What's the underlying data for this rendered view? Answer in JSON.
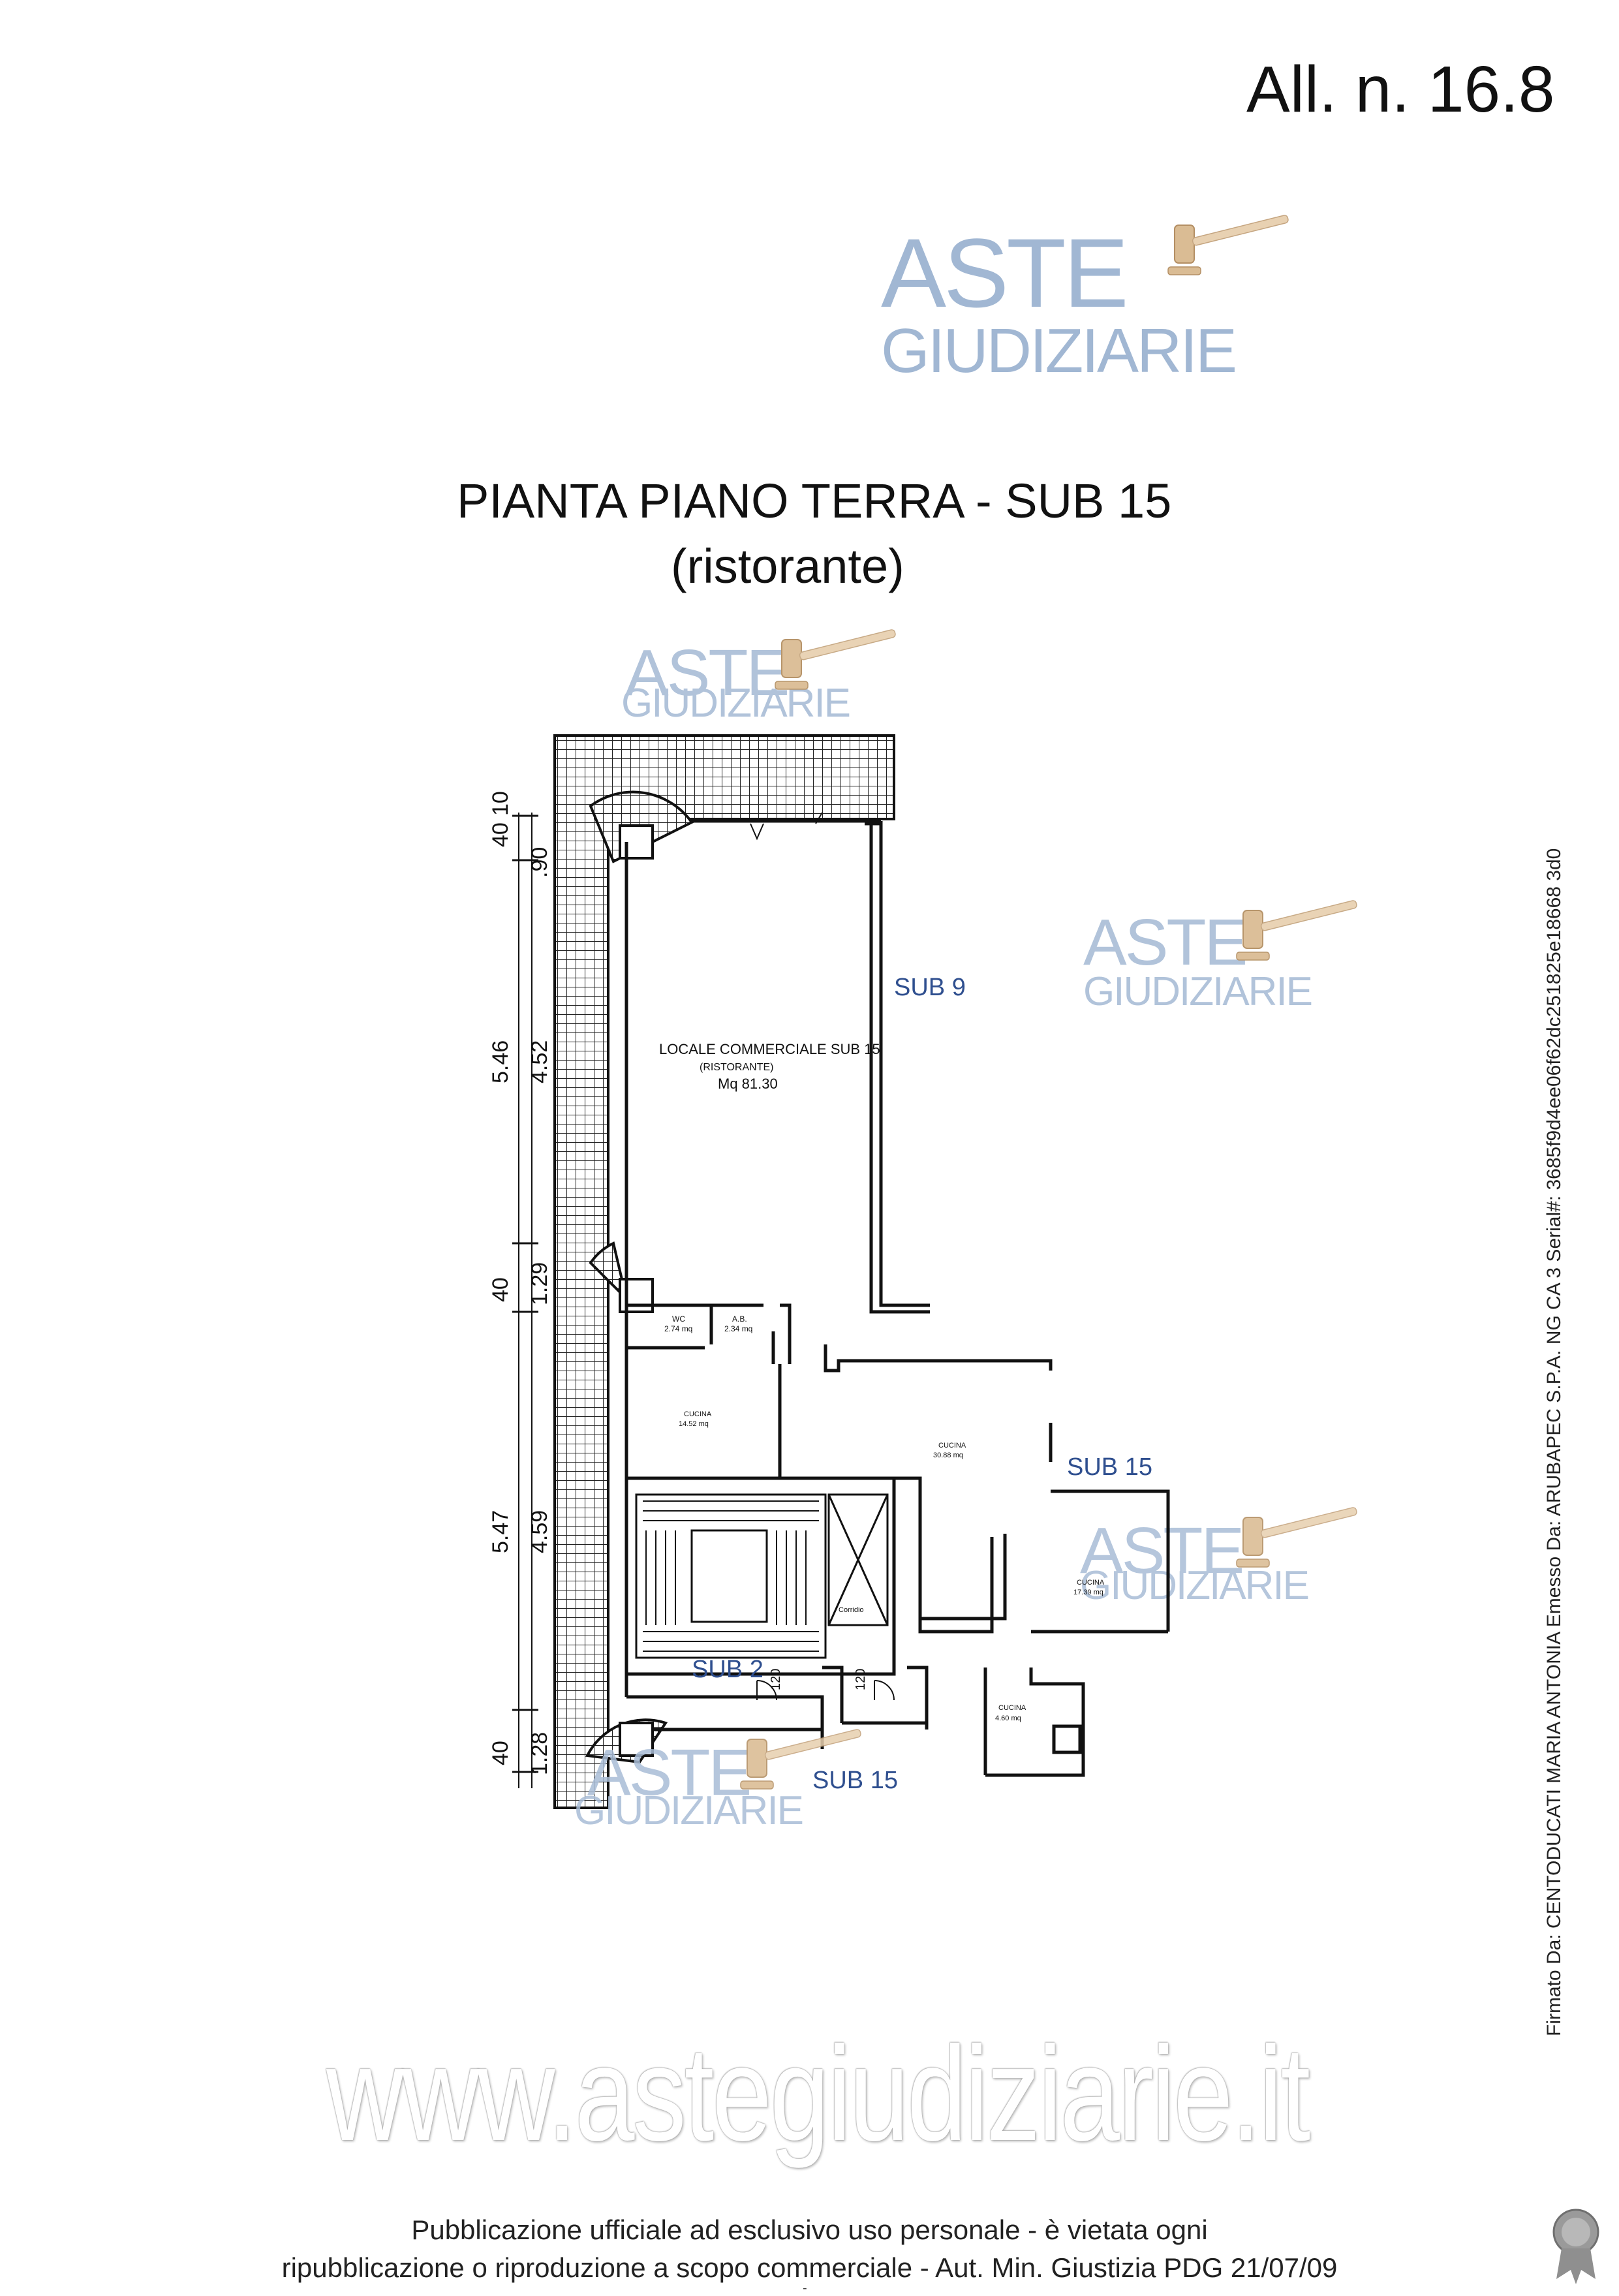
{
  "document": {
    "annex_number": "All. n. 16.8",
    "title": "PIANTA PIANO TERRA - SUB 15",
    "subtitle": "(ristorante)",
    "watermark_url": "www.astegiudiziarie.it",
    "disclaimer_line1": "Pubblicazione ufficiale ad esclusivo uso personale - è vietata ogni",
    "disclaimer_line2": "ripubblicazione o riproduzione a scopo commerciale - Aut. Min. Giustizia PDG 21/07/09",
    "disclaimer_dash": "-",
    "signature": "Firmato Da: CENTODUCATI MARIA ANTONIA Emesso Da: ARUBAPEC S.P.A. NG CA 3 Serial#: 3685f9d4ee06f62dc251825e18668 3d0"
  },
  "logo": {
    "line1": "ASTE",
    "line2": "GIUDIZIARIE",
    "color": "#8aa7c9"
  },
  "plan": {
    "main_room_label": "LOCALE COMMERCIALE SUB 15",
    "main_room_sublabel": "(RISTORANTE)",
    "main_room_area": "Mq 81.30",
    "wc_label": "WC",
    "wc_area": "2.74 mq",
    "ab_label": "A.B.",
    "ab_area": "2.34 mq",
    "kitchen1_label": "CUCINA",
    "kitchen1_area": "14.52 mq",
    "kitchen2_label": "CUCINA",
    "kitchen2_area": "30.88 mq",
    "kitchen3_label": "CUCINA",
    "kitchen3_area": "17.39 mq",
    "kitchen4_label": "CUCINA",
    "kitchen4_area": "4.60 mq",
    "corridor_label": "Corridio",
    "sub9": "SUB 9",
    "sub15_right": "SUB 15",
    "sub2": "SUB 2",
    "sub15_bottom": "SUB 15",
    "door_dim_1": "120",
    "door_dim_2": "120",
    "dims_outer": [
      "40",
      "10",
      "5.46",
      "40",
      "5.47",
      "40"
    ],
    "dims_inner": [
      ".90",
      "4.52",
      "1.29",
      "4.59",
      "1.28"
    ],
    "label_color": "#2f4f8f"
  }
}
